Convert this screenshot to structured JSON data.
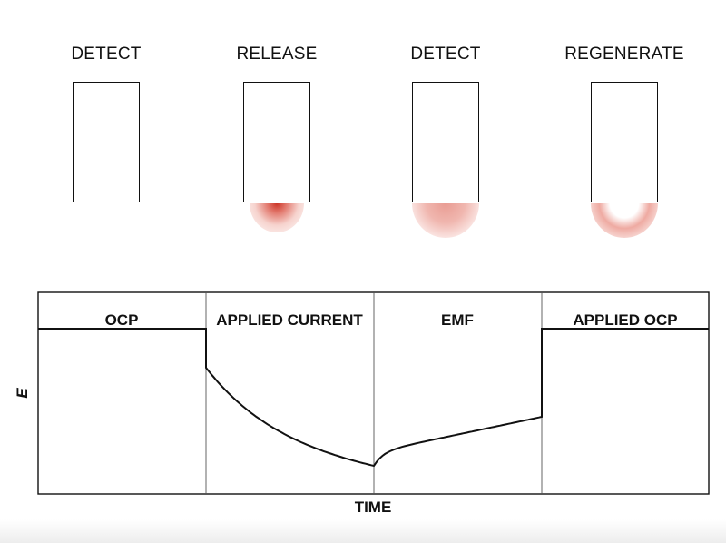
{
  "stages": [
    {
      "label": "DETECT",
      "cloud": "none"
    },
    {
      "label": "RELEASE",
      "cloud": "release"
    },
    {
      "label": "DETECT",
      "cloud": "detect"
    },
    {
      "label": "REGENERATE",
      "cloud": "regen"
    }
  ],
  "plot": {
    "phases": [
      "OCP",
      "APPLIED CURRENT",
      "EMF",
      "APPLIED OCP"
    ],
    "ylabel": "E",
    "xlabel": "TIME"
  },
  "colors": {
    "line": "#111111",
    "cloud_red": "#c8281a"
  }
}
